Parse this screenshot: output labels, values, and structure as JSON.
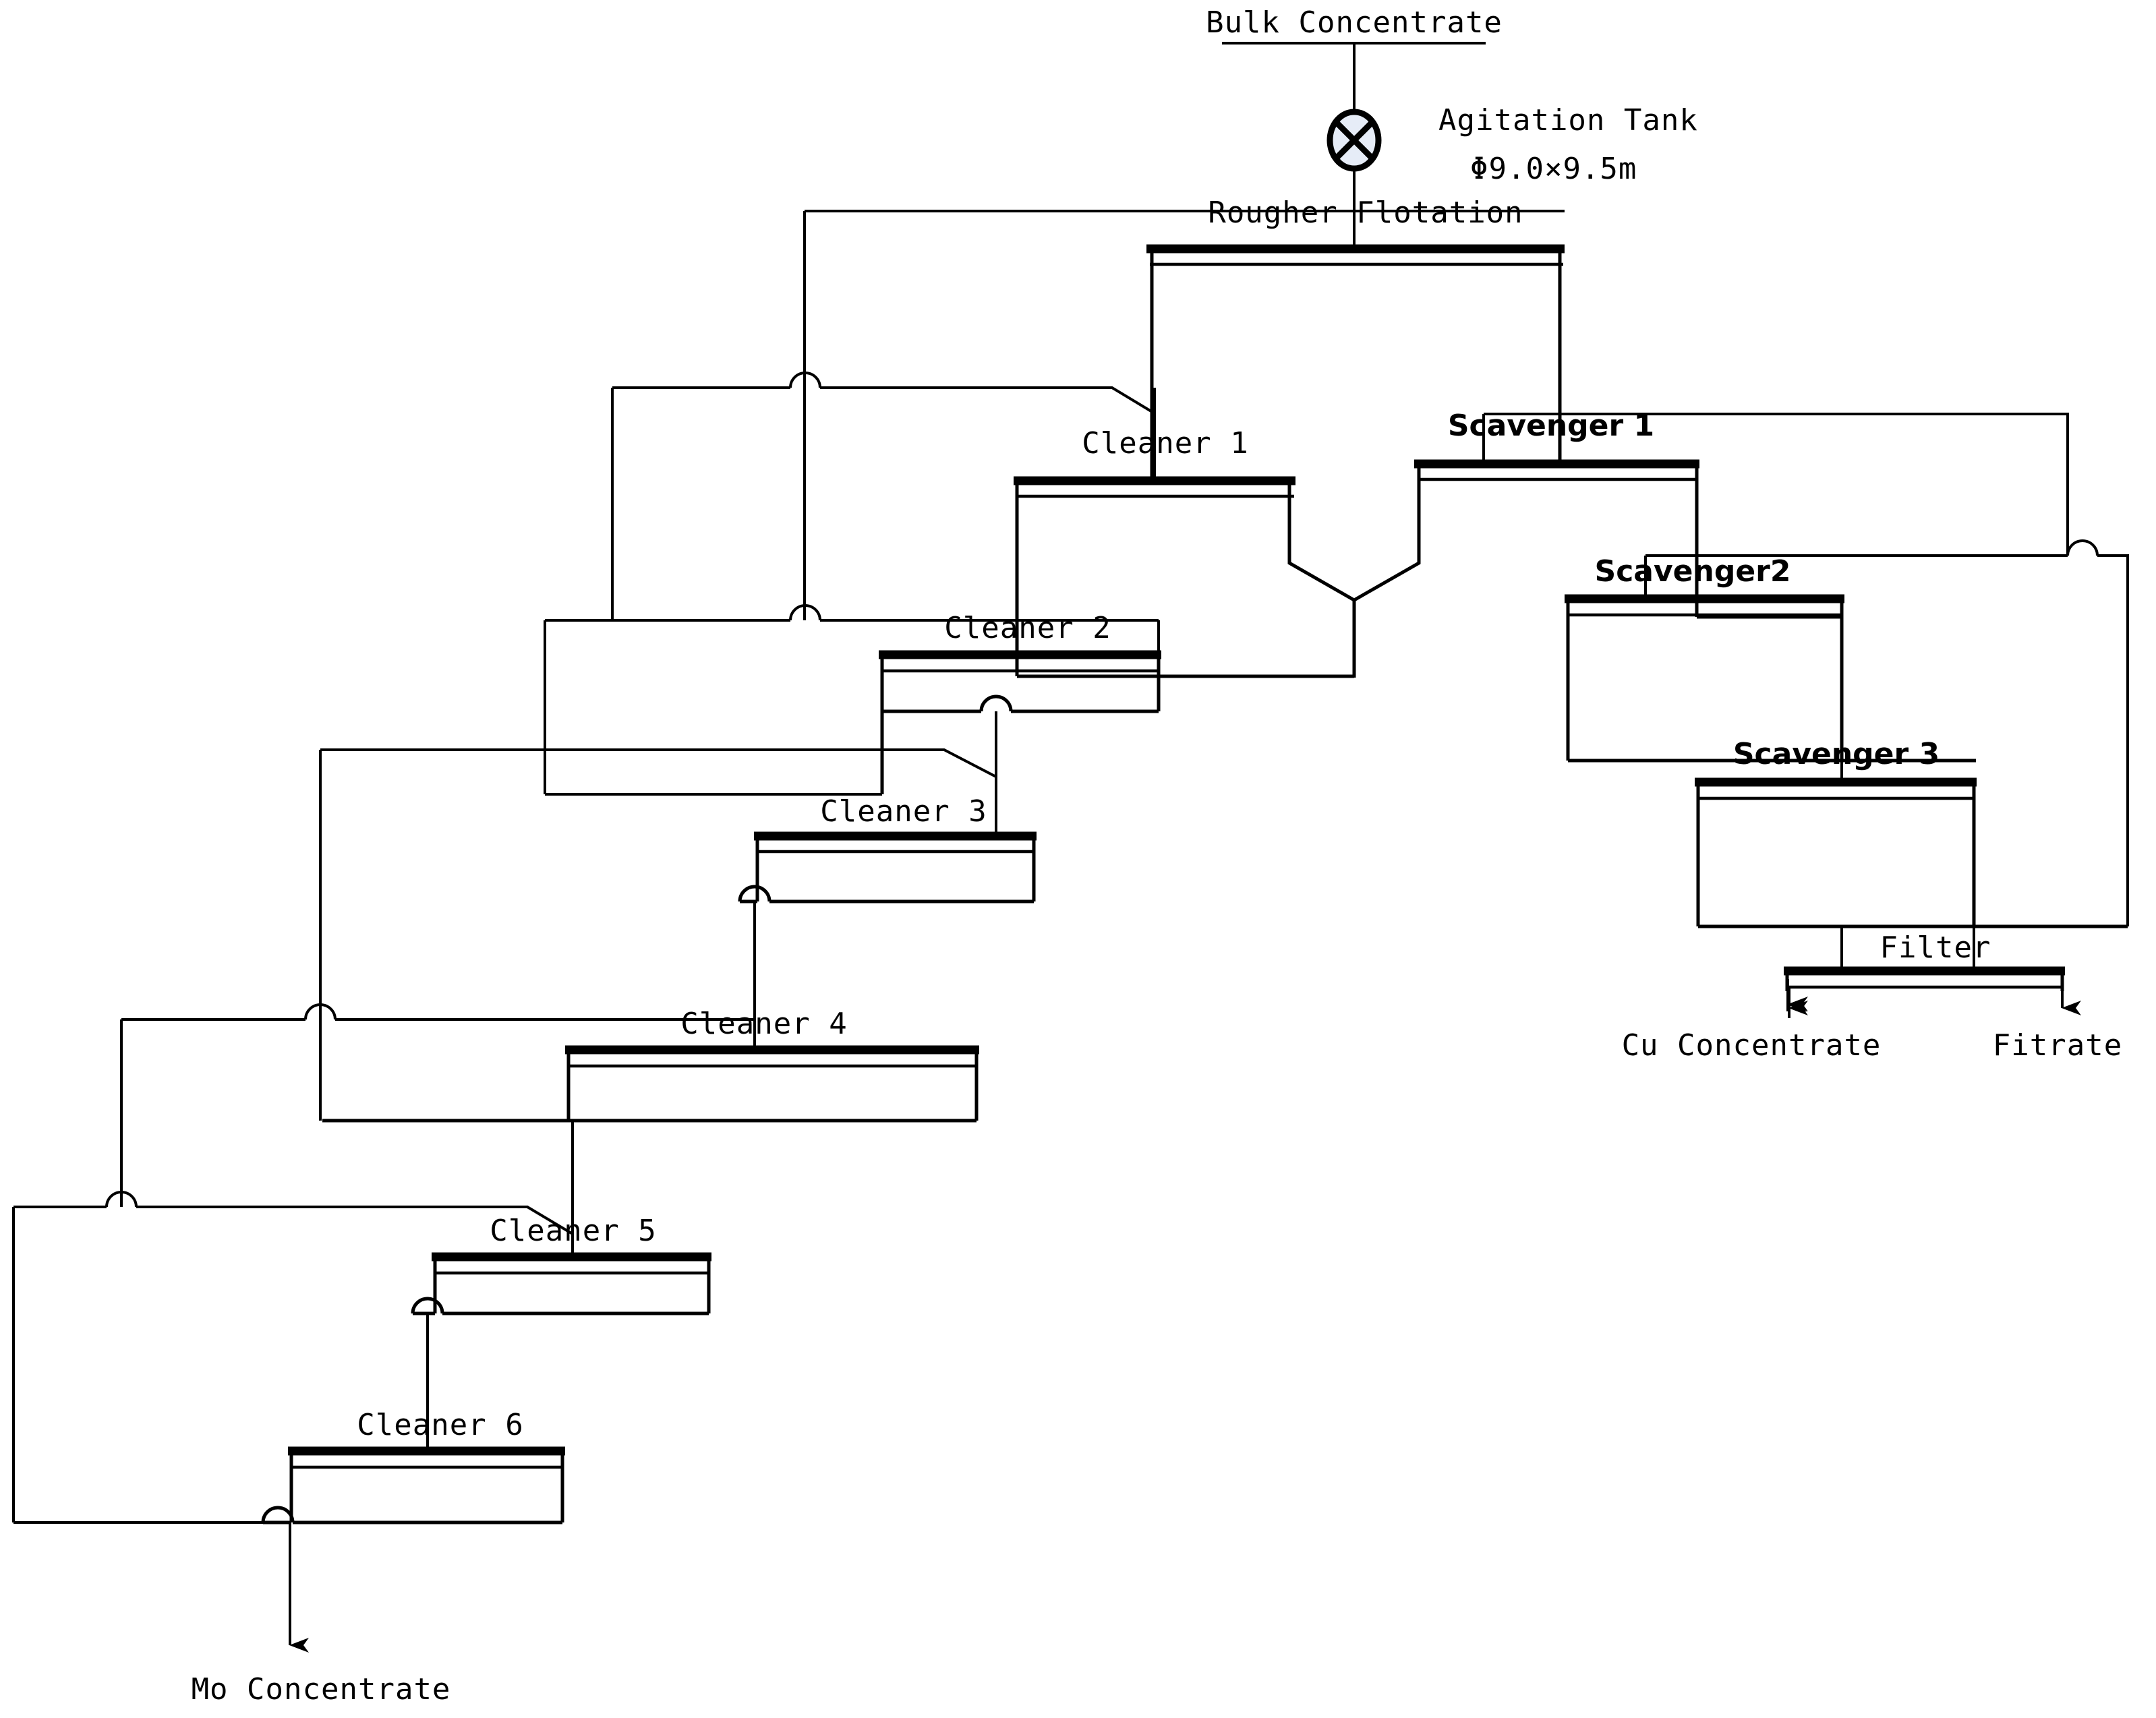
{
  "diagram": {
    "title": "Cu-Mo bulk concentrate separation flowsheet",
    "colors": {
      "line": "#000000",
      "background": "#ffffff",
      "tank_fill": "#e6ecf7"
    },
    "feed": {
      "label": "Bulk Concentrate"
    },
    "equipment": [
      {
        "id": "agitation-tank",
        "label": "Agitation Tank",
        "spec": "Φ9.0×9.5m",
        "icon": "agitator-circle-x-icon"
      },
      {
        "id": "rougher-flotation",
        "label": "Rougher Flotation",
        "type": "flotation-cell"
      },
      {
        "id": "cleaner-1",
        "label": "Cleaner 1",
        "type": "flotation-cell"
      },
      {
        "id": "cleaner-2",
        "label": "Cleaner 2",
        "type": "flotation-cell"
      },
      {
        "id": "cleaner-3",
        "label": "Cleaner 3",
        "type": "flotation-cell"
      },
      {
        "id": "cleaner-4",
        "label": "Cleaner 4",
        "type": "flotation-cell"
      },
      {
        "id": "cleaner-5",
        "label": "Cleaner 5",
        "type": "flotation-cell"
      },
      {
        "id": "cleaner-6",
        "label": "Cleaner 6",
        "type": "flotation-cell"
      },
      {
        "id": "scavenger-1",
        "label": "Scavenger 1",
        "type": "flotation-cell"
      },
      {
        "id": "scavenger-2",
        "label": "Scavenger2",
        "type": "flotation-cell"
      },
      {
        "id": "scavenger-3",
        "label": "Scavenger 3",
        "type": "flotation-cell"
      },
      {
        "id": "filter",
        "label": "Filter",
        "type": "filter"
      }
    ],
    "products": [
      {
        "id": "cu-concentrate",
        "label": "Cu Concentrate"
      },
      {
        "id": "filtrate",
        "label": "Fitrate"
      },
      {
        "id": "mo-concentrate",
        "label": "Mo Concentrate"
      }
    ],
    "labels": {
      "feed": "Bulk Concentrate",
      "agitation_tank": "Agitation Tank",
      "agitation_tank_spec": "Φ9.0×9.5m",
      "rougher": "Rougher Flotation",
      "cleaner1": "Cleaner 1",
      "cleaner2": "Cleaner 2",
      "cleaner3": "Cleaner 3",
      "cleaner4": "Cleaner 4",
      "cleaner5": "Cleaner 5",
      "cleaner6": "Cleaner 6",
      "scavenger1": "Scavenger 1",
      "scavenger2": "Scavenger2",
      "scavenger3": "Scavenger 3",
      "filter": "Filter",
      "cu_concentrate": "Cu Concentrate",
      "filtrate": "Fitrate",
      "mo_concentrate": "Mo Concentrate"
    }
  }
}
